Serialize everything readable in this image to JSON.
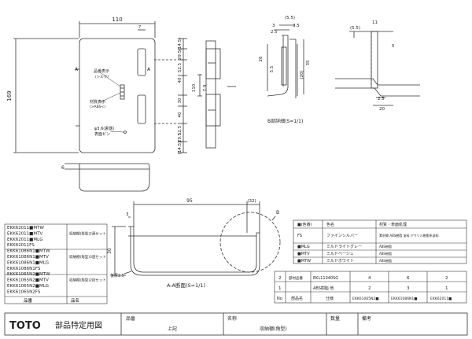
{
  "front": {
    "w_total": "110",
    "w_small": "7",
    "h_total": "169",
    "section_mark": "A",
    "label_hinban": "品番表示",
    "label_hinban_sub": "(シルク)",
    "label_zaishitsu": "材質表示",
    "label_zaishitsu_sub": "(>ABS<)",
    "label_hole": "φ3.6(裏側)",
    "label_pin": "表面ピン",
    "right_dims": [
      "(14.5)",
      "29.5",
      "52.5",
      "40",
      "30",
      "40",
      "52.5",
      "29.5",
      "(14.5)"
    ],
    "mid_dims": [
      "110",
      "7.9"
    ]
  },
  "side": {
    "dim": "6"
  },
  "detail": {
    "dims_top": [
      "3",
      "(5.5)",
      "2.5",
      "3.5"
    ],
    "dims_side": [
      "26",
      "35",
      "(20)",
      "5.5"
    ],
    "label": "B部詳細(S=1/1)"
  },
  "detail2": {
    "dims": [
      "(5.5)",
      "11",
      "5",
      "2.5",
      "20"
    ]
  },
  "section": {
    "dims": [
      "3",
      "95",
      "(32)",
      "30"
    ],
    "label_wall": "板厚2.5",
    "detail_mark": "B",
    "label": "A-A断面(S=1/1)"
  },
  "parts_table": {
    "rows": [
      {
        "code": "EKK62011■MTW",
        "name": ""
      },
      {
        "code": "EKK62011■MTV",
        "name": "収納棚(角型)2連セット"
      },
      {
        "code": "EKK62011■MLG",
        "name": ""
      },
      {
        "code": "EKK62011FS",
        "name": ""
      },
      {
        "code": "EKK61086N1■MTW",
        "name": ""
      },
      {
        "code": "EKK61086N1■MTV",
        "name": "収納棚(角型)3連セット"
      },
      {
        "code": "EKK61086N1■MLG",
        "name": ""
      },
      {
        "code": "EKK61086N1FS",
        "name": ""
      },
      {
        "code": "EKK61065N2■MTW",
        "name": ""
      },
      {
        "code": "EKK61065N2■MTV",
        "name": "収納棚(角型)2段セット"
      },
      {
        "code": "EKK61065N2■MLG",
        "name": ""
      },
      {
        "code": "EKK61065N2FS",
        "name": ""
      }
    ],
    "header_code": "品番",
    "header_name": "品名"
  },
  "color_table": {
    "headers": [
      "■(色番)",
      "色名",
      "材質・表面処理"
    ],
    "rows": [
      {
        "code": "FS",
        "name": "ファインシルバー",
        "material": "素材質:ABS樹脂 塗料:アクリル樹脂系塗料"
      },
      {
        "code": "■MLG",
        "name": "ミルドライトグレー",
        "material": "ABS樹脂"
      },
      {
        "code": "■MTV",
        "name": "ミルドベージュ",
        "material": "ABS樹脂"
      },
      {
        "code": "■MTW",
        "name": "ミルドホワイト",
        "material": "ABS樹脂"
      }
    ]
  },
  "qty_table": {
    "row_labels": [
      "2",
      "1"
    ],
    "r2_a": "部材品番",
    "r2_b": "EKL11040SG",
    "r2_vals": [
      "4",
      "6",
      "2"
    ],
    "r1_a": "ABS樹脂 他",
    "r1_vals": [
      "2",
      "3",
      "1"
    ],
    "foot_no": "No",
    "foot_name": "部品名",
    "foot_spec": "仕様",
    "foot_cols": [
      "EKK61065N2■",
      "EKK61086N1■",
      "EKK62011■"
    ]
  },
  "title_block": {
    "logo": "TOTO",
    "title": "部品特定用図",
    "field_hinban_label": "品番",
    "field_hinban_value": "上記",
    "field_name_label": "名称",
    "field_name_value": "収納棚(角型)",
    "field_qty_label": "数量",
    "field_note_label": "備考"
  }
}
